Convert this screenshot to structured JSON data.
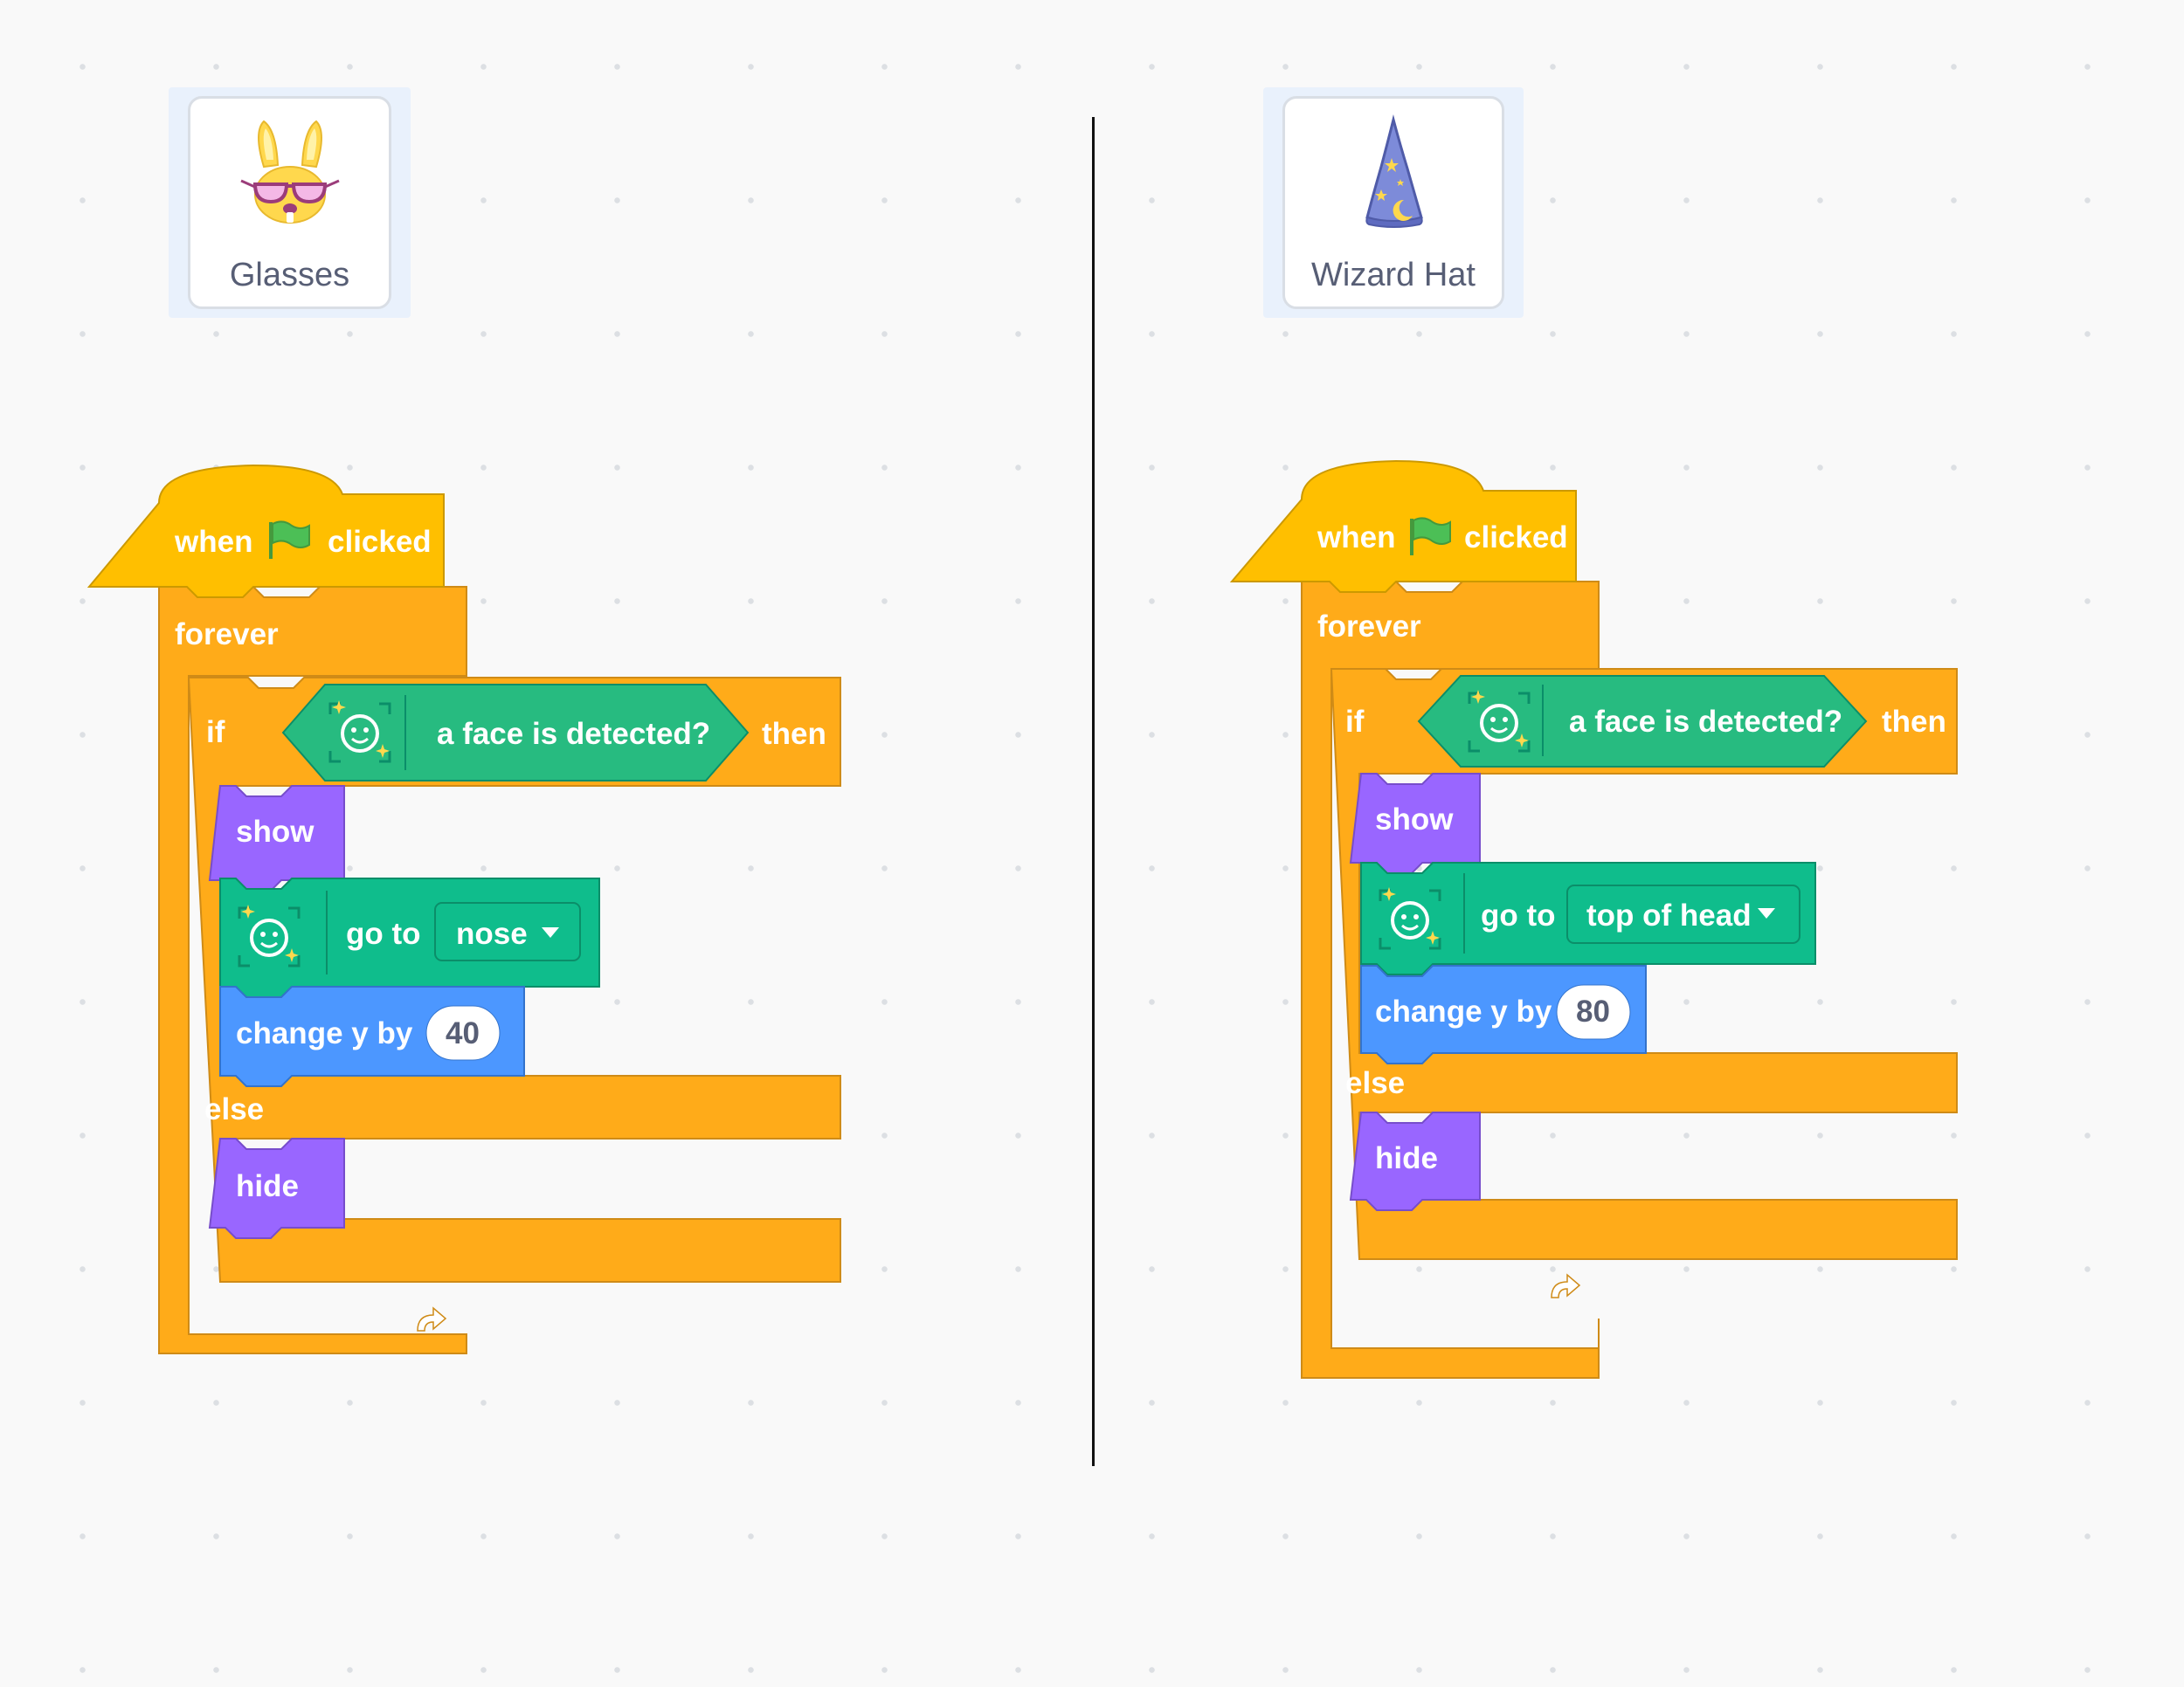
{
  "left_panel": {
    "sprite_name": "Glasses",
    "script": {
      "event_when": "when",
      "event_clicked": "clicked",
      "forever_label": "forever",
      "if_label": "if",
      "condition_label": "a face is detected?",
      "then_label": "then",
      "show_label": "show",
      "goto_label": "go to",
      "goto_target": "nose",
      "change_y_label": "change y by",
      "change_y_value": "40",
      "else_label": "else",
      "hide_label": "hide"
    }
  },
  "right_panel": {
    "sprite_name": "Wizard Hat",
    "script": {
      "event_when": "when",
      "event_clicked": "clicked",
      "forever_label": "forever",
      "if_label": "if",
      "condition_label": "a face is detected?",
      "then_label": "then",
      "show_label": "show",
      "goto_label": "go to",
      "goto_target": "top of head",
      "change_y_label": "change y by",
      "change_y_value": "80",
      "else_label": "else",
      "hide_label": "hide"
    }
  },
  "colors": {
    "events": "#ffbf00",
    "control": "#ffab19",
    "looks": "#9966ff",
    "motion": "#4c97ff",
    "extension": "#0fbd8c"
  },
  "icons": {
    "flag": "green-flag-icon",
    "face_sensing": "face-sensing-icon",
    "loop_arrow": "loop-arrow-icon",
    "dropdown": "dropdown-arrow-icon"
  }
}
